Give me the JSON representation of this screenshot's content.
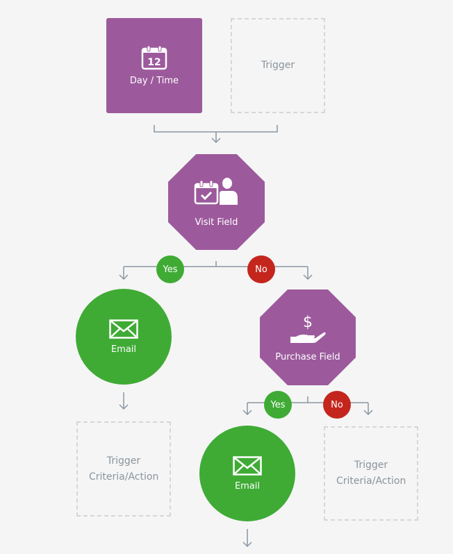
{
  "nodes": {
    "day_time": {
      "label": "Day / Time",
      "icon": "calendar-icon",
      "icon_text": "12"
    },
    "trigger_top": {
      "label": "Trigger"
    },
    "visit_field": {
      "label": "Visit Field",
      "icon": "calendar-user-icon"
    },
    "email_left": {
      "label": "Email",
      "icon": "envelope-icon"
    },
    "purchase_field": {
      "label": "Purchase Field",
      "icon": "hand-dollar-icon",
      "icon_text": "$"
    },
    "trigger_left": {
      "label": "Trigger Criteria/Action"
    },
    "email_bottom": {
      "label": "Email",
      "icon": "envelope-icon"
    },
    "trigger_right": {
      "label": "Trigger Criteria/Action"
    }
  },
  "branches": {
    "visit": {
      "yes": "Yes",
      "no": "No"
    },
    "purchase": {
      "yes": "Yes",
      "no": "No"
    }
  },
  "colors": {
    "purple": "#9c5a9c",
    "green": "#3fab35",
    "red": "#c4261e",
    "line": "#8a96a2"
  }
}
